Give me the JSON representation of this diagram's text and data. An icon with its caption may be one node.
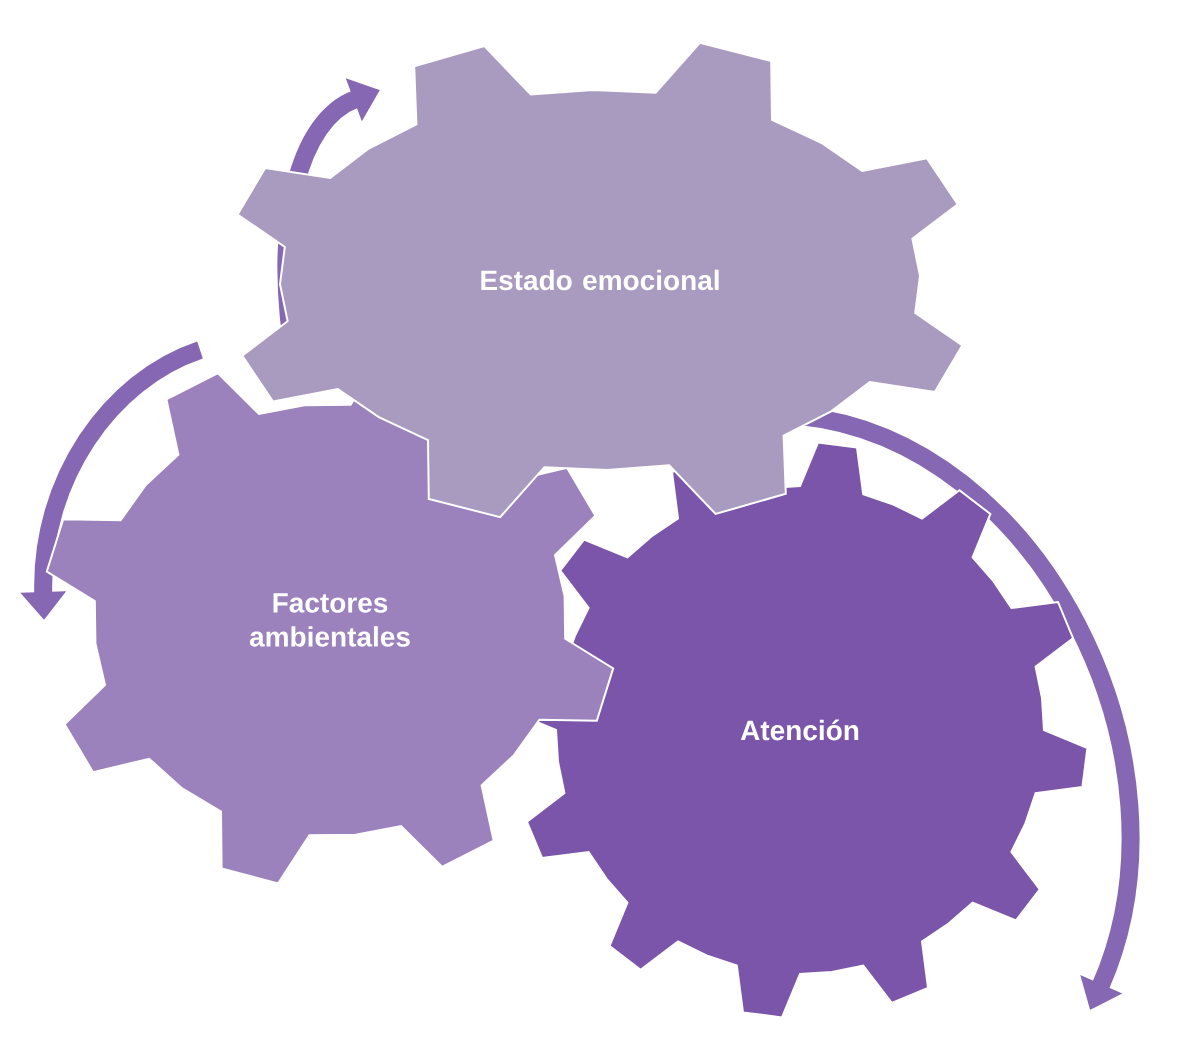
{
  "diagram": {
    "nodes": [
      {
        "text": [
          "Estado emocional"
        ]
      },
      {
        "text": [
          "Factores ambientales"
        ]
      },
      {
        "text": [
          "Atención"
        ]
      }
    ]
  }
}
